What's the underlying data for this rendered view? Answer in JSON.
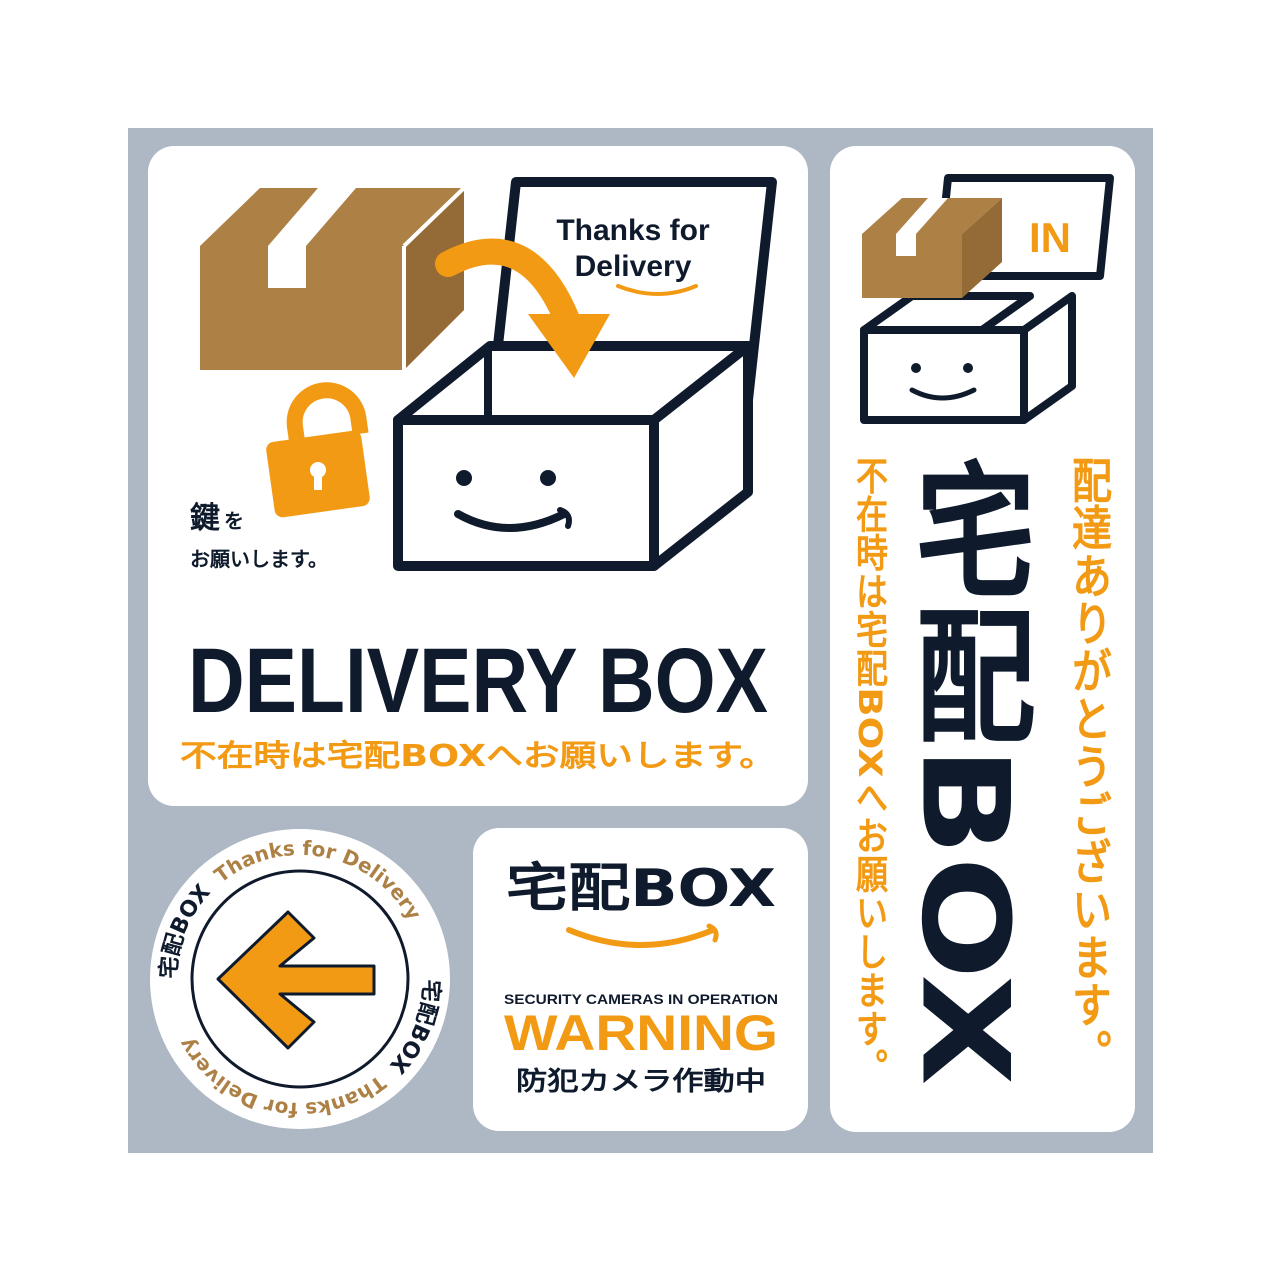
{
  "colors": {
    "navy": "#0f1b2d",
    "orange": "#f29a14",
    "brown": "#b98a4f",
    "sheet": "#aeb7c4",
    "card": "#ffffff"
  },
  "main_card": {
    "box_lid_text_line1": "Thanks for",
    "box_lid_text_line2": "Delivery",
    "key_request_char": "鍵",
    "key_request_suffix": "を",
    "key_request_line2": "お願いします。",
    "title": "DELIVERY BOX",
    "subtitle": "不在時は宅配BOXへお願いします。",
    "icons": [
      "cardboard-box-icon",
      "curved-arrow-icon",
      "open-box-smiley-icon",
      "padlock-icon"
    ]
  },
  "tall_card": {
    "in_label": "IN",
    "vertical_title": "宅配BOX",
    "vertical_thanks": "配達ありがとうございます。",
    "vertical_request": "不在時は宅配BOXへお願いします。",
    "icons": [
      "cardboard-box-icon",
      "open-box-smiley-icon"
    ]
  },
  "small_card": {
    "title": "宅配BOX",
    "caption": "SECURITY CAMERAS IN OPERATION",
    "warning": "WARNING",
    "japanese": "防犯カメラ作動中",
    "icons": [
      "smile-swoosh-icon"
    ]
  },
  "round_card": {
    "ring_text_1": "Thanks for Delivery",
    "ring_text_2": "宅配BOX",
    "ring_text_3": "Thanks for Delivery",
    "ring_text_4": "宅配BOX",
    "icons": [
      "left-arrow-icon"
    ]
  }
}
